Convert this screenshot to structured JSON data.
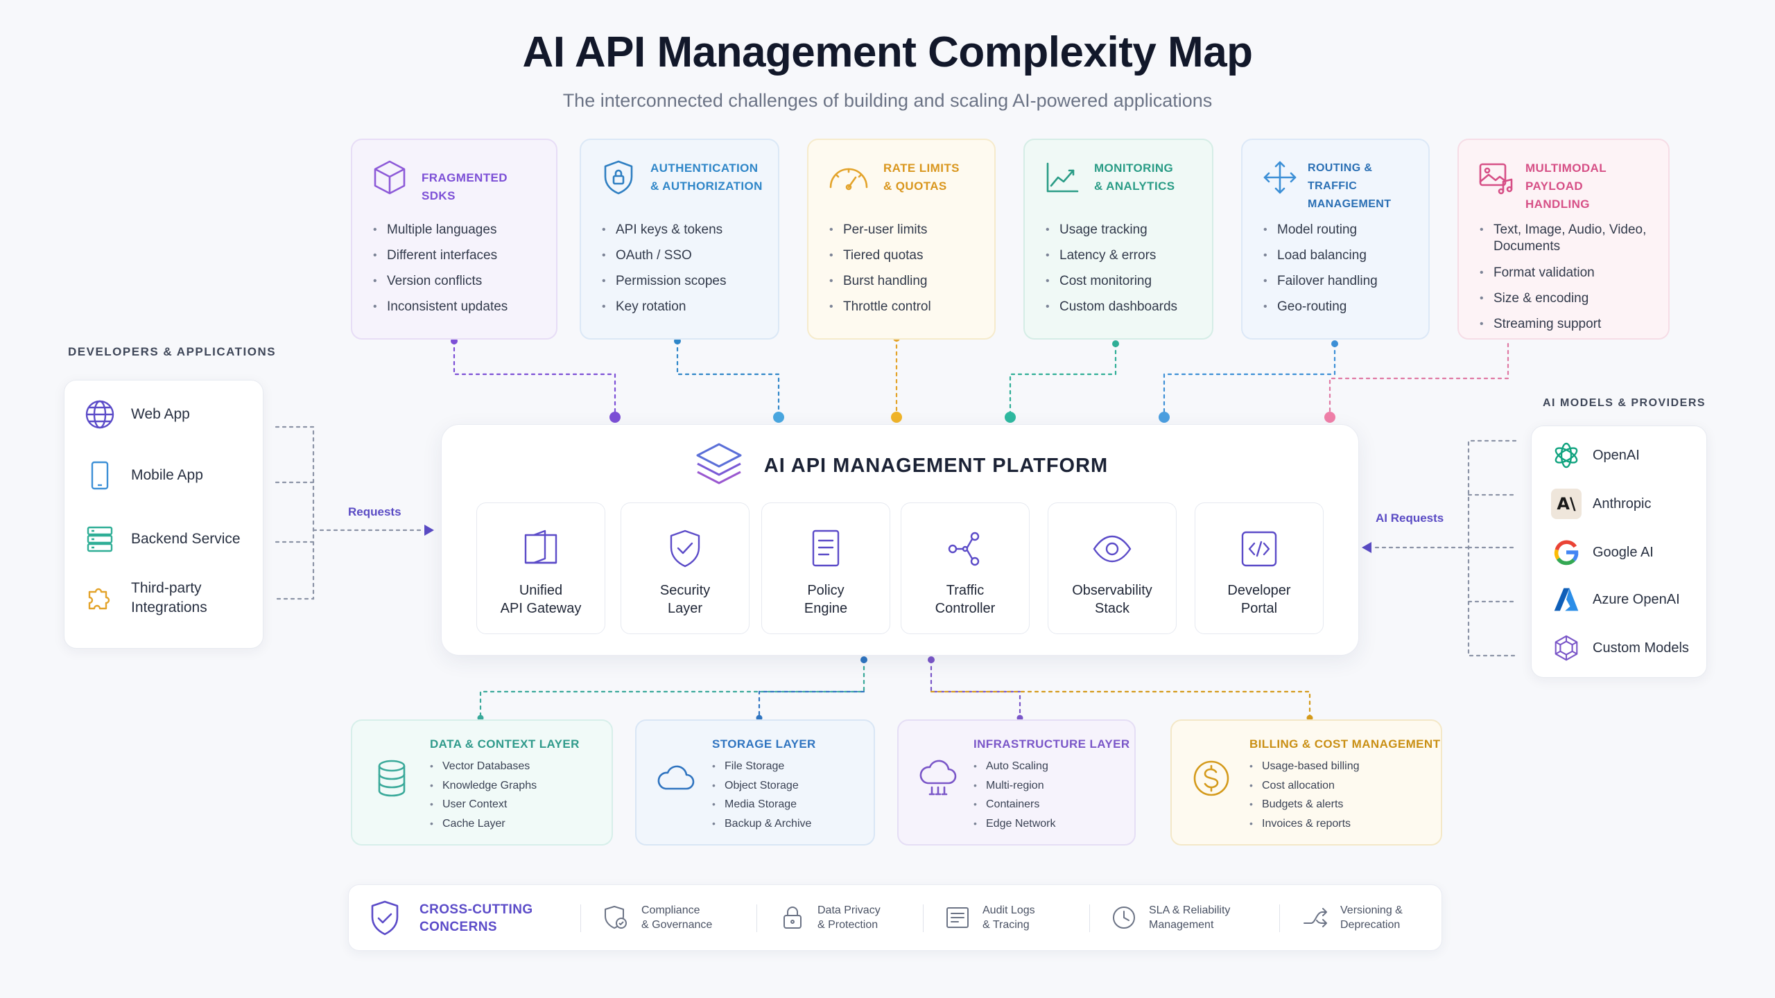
{
  "title": "AI API Management Complexity Map",
  "subtitle": "The interconnected challenges of building and scaling AI-powered applications",
  "colors": {
    "purple": "#7c4fd6",
    "blue": "#2f86c8",
    "amber": "#e3a32a",
    "teal": "#2fae96",
    "routing_blue": "#3c8fd6",
    "pink": "#d64f86",
    "data_teal": "#3aa99a",
    "storage_blue": "#2f74c0",
    "infra_purple": "#7a56c8",
    "billing_gold": "#d49a1b"
  },
  "challenges": [
    {
      "title": "FRAGMENTED SDKs",
      "icon": "cube-icon",
      "items": [
        "Multiple languages",
        "Different interfaces",
        "Version conflicts",
        "Inconsistent updates"
      ]
    },
    {
      "title": "AUTHENTICATION\n& AUTHORIZATION",
      "icon": "shield-lock-icon",
      "items": [
        "API keys & tokens",
        "OAuth / SSO",
        "Permission scopes",
        "Key rotation"
      ]
    },
    {
      "title": "RATE LIMITS\n& QUOTAS",
      "icon": "gauge-icon",
      "items": [
        "Per-user limits",
        "Tiered quotas",
        "Burst handling",
        "Throttle control"
      ]
    },
    {
      "title": "MONITORING\n& ANALYTICS",
      "icon": "line-chart-icon",
      "items": [
        "Usage tracking",
        "Latency & errors",
        "Cost monitoring",
        "Custom dashboards"
      ]
    },
    {
      "title": "ROUTING &\nTRAFFIC MANAGEMENT",
      "icon": "move-arrows-icon",
      "items": [
        "Model routing",
        "Load balancing",
        "Failover handling",
        "Geo-routing"
      ]
    },
    {
      "title": "MULTIMODAL PAYLOAD\nHANDLING",
      "icon": "media-icon",
      "items": [
        "Text, Image, Audio, Video, Documents",
        "Format validation",
        "Size & encoding",
        "Streaming support"
      ]
    }
  ],
  "developers": {
    "label": "DEVELOPERS & APPLICATIONS",
    "items": [
      {
        "label": "Web App",
        "icon": "globe-icon"
      },
      {
        "label": "Mobile App",
        "icon": "mobile-icon"
      },
      {
        "label": "Backend Service",
        "icon": "server-icon"
      },
      {
        "label": "Third-party\nIntegrations",
        "icon": "puzzle-icon"
      }
    ],
    "flow_label": "Requests"
  },
  "providers": {
    "label": "AI MODELS & PROVIDERS",
    "items": [
      {
        "label": "OpenAI",
        "icon": "openai-logo-icon"
      },
      {
        "label": "Anthropic",
        "icon": "anthropic-logo-icon"
      },
      {
        "label": "Google AI",
        "icon": "google-logo-icon"
      },
      {
        "label": "Azure OpenAI",
        "icon": "azure-logo-icon"
      },
      {
        "label": "Custom Models",
        "icon": "custom-model-icon"
      }
    ],
    "flow_label": "AI Requests"
  },
  "platform": {
    "title": "AI API MANAGEMENT PLATFORM",
    "components": [
      {
        "label": "Unified\nAPI Gateway",
        "icon": "gateway-icon"
      },
      {
        "label": "Security\nLayer",
        "icon": "shield-check-icon"
      },
      {
        "label": "Policy\nEngine",
        "icon": "document-icon"
      },
      {
        "label": "Traffic\nController",
        "icon": "share-nodes-icon"
      },
      {
        "label": "Observability\nStack",
        "icon": "eye-icon"
      },
      {
        "label": "Developer\nPortal",
        "icon": "code-icon"
      }
    ]
  },
  "layers": [
    {
      "title": "DATA & CONTEXT LAYER",
      "icon": "database-icon",
      "items": [
        "Vector Databases",
        "Knowledge Graphs",
        "User Context",
        "Cache Layer"
      ]
    },
    {
      "title": "STORAGE LAYER",
      "icon": "cloud-icon",
      "items": [
        "File Storage",
        "Object Storage",
        "Media Storage",
        "Backup & Archive"
      ]
    },
    {
      "title": "INFRASTRUCTURE LAYER",
      "icon": "cloud-compute-icon",
      "items": [
        "Auto Scaling",
        "Multi-region",
        "Containers",
        "Edge Network"
      ]
    },
    {
      "title": "BILLING & COST MANAGEMENT",
      "icon": "dollar-coin-icon",
      "items": [
        "Usage-based billing",
        "Cost allocation",
        "Budgets & alerts",
        "Invoices & reports"
      ]
    }
  ],
  "cross_cutting": {
    "title": "CROSS-CUTTING\nCONCERNS",
    "items": [
      {
        "label": "Compliance\n& Governance",
        "icon": "compliance-icon"
      },
      {
        "label": "Data Privacy\n& Protection",
        "icon": "padlock-icon"
      },
      {
        "label": "Audit Logs\n& Tracing",
        "icon": "audit-log-icon"
      },
      {
        "label": "SLA & Reliability\nManagement",
        "icon": "clock-icon"
      },
      {
        "label": "Versioning &\nDeprecation",
        "icon": "branch-icon"
      }
    ]
  }
}
